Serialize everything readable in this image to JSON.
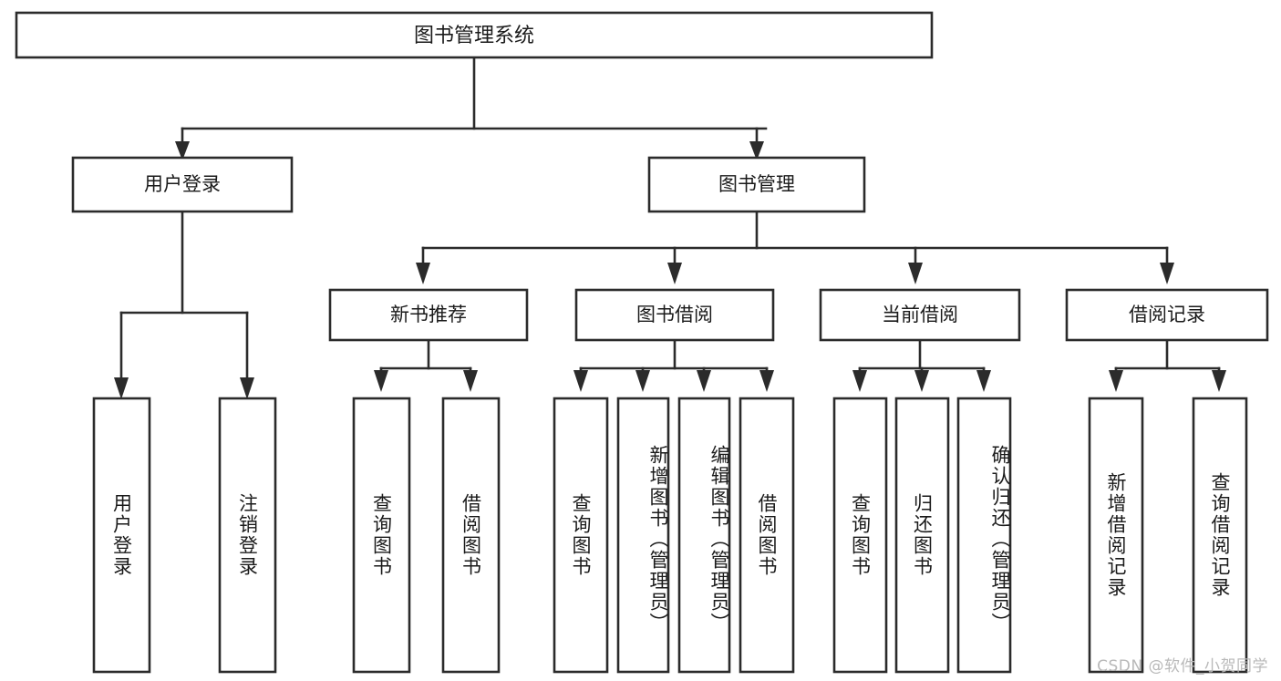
{
  "diagram": {
    "title": "图书管理系统",
    "type": "tree",
    "orientation": "top-down",
    "colors": {
      "stroke": "#2b2b2b",
      "box_fill": "#ffffff",
      "text": "#1a1a1a",
      "background": "#ffffff",
      "watermark": "#b9b9b9"
    },
    "nodes": {
      "root": {
        "label": "图书管理系统"
      },
      "level1": [
        {
          "id": "user-login",
          "label": "用户登录"
        },
        {
          "id": "book-manage",
          "label": "图书管理"
        }
      ],
      "level2": [
        {
          "id": "new-book-rec",
          "label": "新书推荐",
          "parent": "book-manage"
        },
        {
          "id": "book-borrow",
          "label": "图书借阅",
          "parent": "book-manage"
        },
        {
          "id": "current-borrow",
          "label": "当前借阅",
          "parent": "book-manage"
        },
        {
          "id": "borrow-record",
          "label": "借阅记录",
          "parent": "book-manage"
        }
      ],
      "leaves": [
        {
          "id": "leaf-user-login",
          "label": "用户登录",
          "parent": "user-login"
        },
        {
          "id": "leaf-user-logout",
          "label": "注销登录",
          "parent": "user-login"
        },
        {
          "id": "leaf-query-book-1",
          "label": "查询图书",
          "parent": "new-book-rec"
        },
        {
          "id": "leaf-borrow-book-1",
          "label": "借阅图书",
          "parent": "new-book-rec"
        },
        {
          "id": "leaf-query-book-2",
          "label": "查询图书",
          "parent": "book-borrow"
        },
        {
          "id": "leaf-add-book",
          "label": "新增图书（管理员）",
          "parent": "book-borrow"
        },
        {
          "id": "leaf-edit-book",
          "label": "编辑图书（管理员）",
          "parent": "book-borrow"
        },
        {
          "id": "leaf-borrow-book-2",
          "label": "借阅图书",
          "parent": "book-borrow"
        },
        {
          "id": "leaf-query-book-3",
          "label": "查询图书",
          "parent": "current-borrow"
        },
        {
          "id": "leaf-return-book",
          "label": "归还图书",
          "parent": "current-borrow"
        },
        {
          "id": "leaf-confirm-return",
          "label": "确认归还（管理员）",
          "parent": "current-borrow"
        },
        {
          "id": "leaf-add-record",
          "label": "新增借阅记录",
          "parent": "borrow-record"
        },
        {
          "id": "leaf-query-record",
          "label": "查询借阅记录",
          "parent": "borrow-record"
        }
      ]
    }
  },
  "watermark": {
    "text": "CSDN @软件_小贺同学"
  }
}
